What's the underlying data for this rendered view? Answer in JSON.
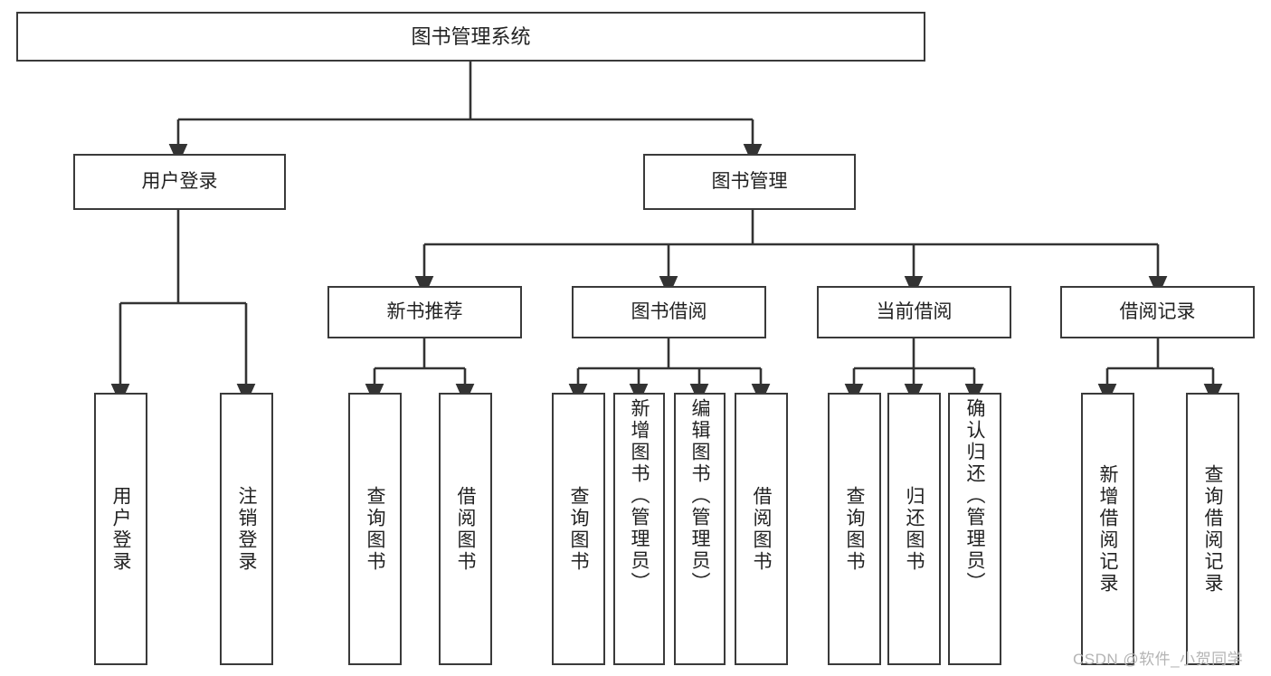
{
  "diagram": {
    "title": "图书管理系统",
    "type": "tree-hierarchy",
    "orientation": "top-down",
    "colors": {
      "box_border": "#3a3a3a",
      "box_fill": "#ffffff",
      "connector": "#333333",
      "text": "#222222",
      "watermark": "#b4b4b4",
      "background": "#ffffff"
    },
    "root": {
      "label": "图书管理系统"
    },
    "level2": [
      {
        "label": "用户登录"
      },
      {
        "label": "图书管理"
      }
    ],
    "level3": [
      {
        "label": "新书推荐"
      },
      {
        "label": "图书借阅"
      },
      {
        "label": "当前借阅"
      },
      {
        "label": "借阅记录"
      }
    ],
    "leaves": {
      "user_login": [
        {
          "label": "用户登录"
        },
        {
          "label": "注销登录"
        }
      ],
      "new_book_recommend": [
        {
          "label": "查询图书"
        },
        {
          "label": "借阅图书"
        }
      ],
      "book_borrow": [
        {
          "label": "查询图书"
        },
        {
          "label": "新增图书（管理员）"
        },
        {
          "label": "编辑图书（管理员）"
        },
        {
          "label": "借阅图书"
        }
      ],
      "current_borrow": [
        {
          "label": "查询图书"
        },
        {
          "label": "归还图书"
        },
        {
          "label": "确认归还（管理员）"
        }
      ],
      "borrow_record": [
        {
          "label": "新增借阅记录"
        },
        {
          "label": "查询借阅记录"
        }
      ]
    }
  },
  "watermark": {
    "text": "CSDN @软件_小贺同学"
  }
}
